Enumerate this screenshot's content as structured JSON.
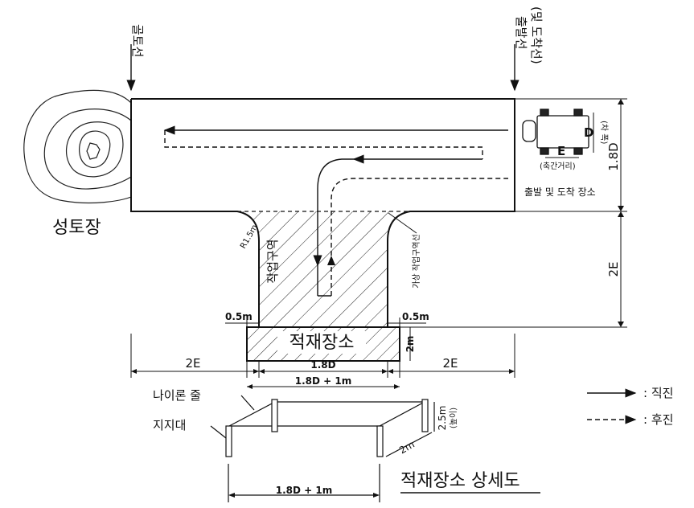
{
  "labels": {
    "goal_line": "골토선",
    "start_line": "출발선",
    "start_line_sub": "(및 도착선)",
    "soil_pile": "성토장",
    "start_arrival_area": "출발 및 도착 장소",
    "work_area": "작업구역",
    "virtual_work_line": "가상 작업구역선",
    "radius": "R1.5m",
    "loading_area": "적재장소",
    "vehicle_width_dim": "D",
    "vehicle_width_note": "(차 폭)",
    "axle_dim": "E",
    "axle_note": "(축간거리)"
  },
  "dimensions": {
    "top_height": "1.8D",
    "lane_height": "2E",
    "left_gap": "0.5m",
    "right_gap": "0.5m",
    "loading_height": "2m",
    "left_span": "2E",
    "right_span": "2E",
    "center_span": "1.8D",
    "loading_width": "1.8D + 1m"
  },
  "detail": {
    "title": "적재장소 상세도",
    "nylon_rope": "나이론 줄",
    "support": "지지대",
    "height": "2.5m",
    "height_note": "(높이)",
    "depth": "2m",
    "width": "1.8D + 1m"
  },
  "legend": {
    "forward": ": 직진",
    "backward": ": 후진"
  }
}
